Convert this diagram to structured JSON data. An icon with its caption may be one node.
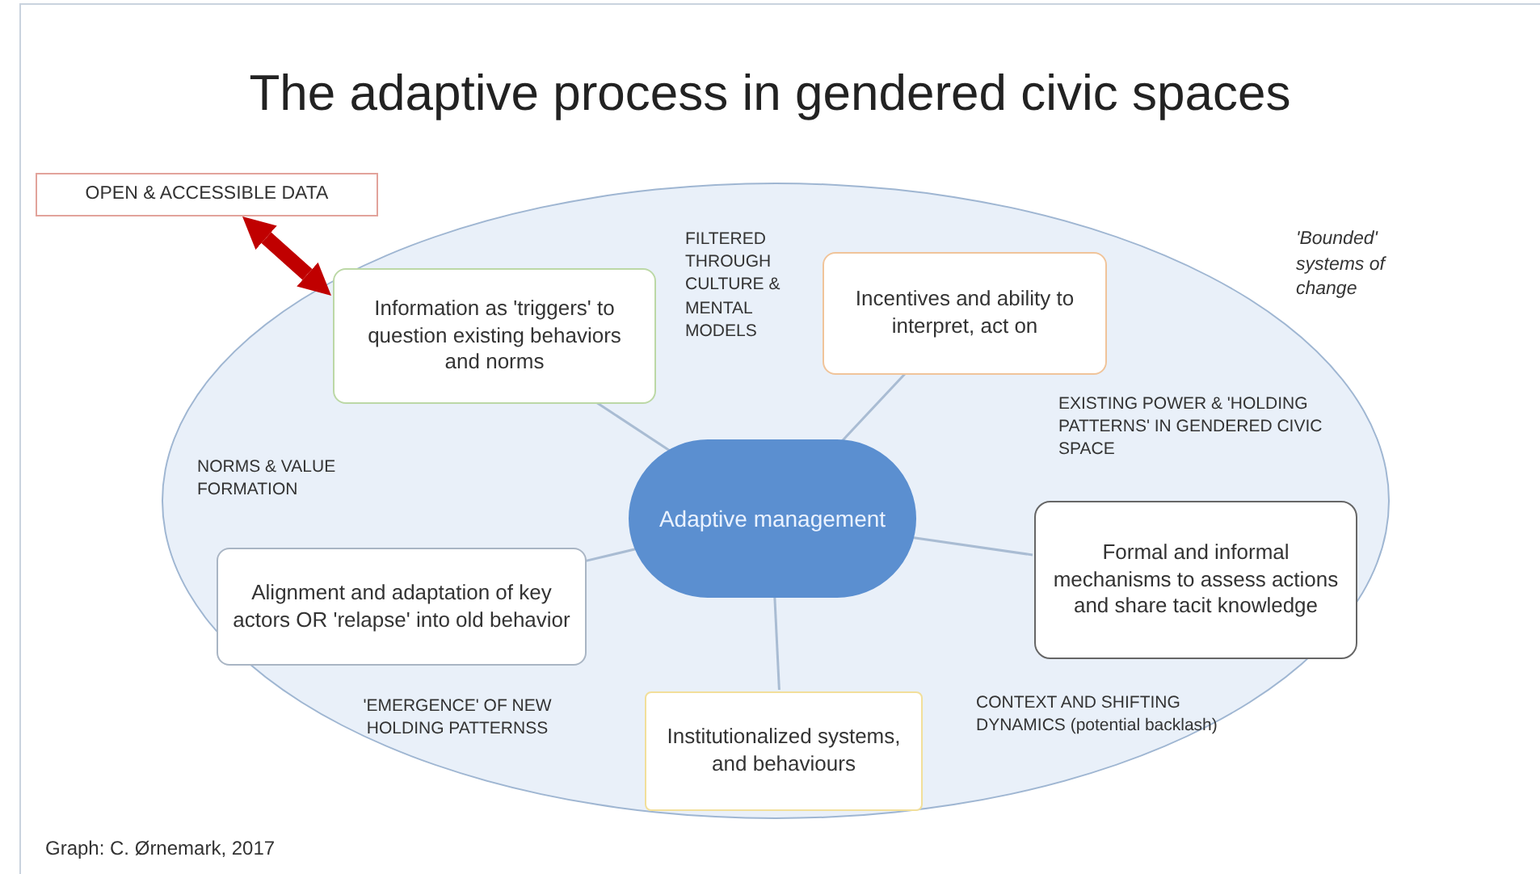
{
  "diagram": {
    "title": "The adaptive process in gendered civic spaces",
    "nodes": [
      {
        "text": [
          "OPEN & ACCESSIBLE DATA"
        ]
      },
      {
        "text": [],
        "shape": "ellipse"
      },
      {
        "text": [
          "Information as 'triggers' to question existing behaviors and norms"
        ],
        "in": 1
      },
      {
        "text": [
          "Incentives and ability to interpret, act on"
        ],
        "in": 1
      },
      {
        "text": [
          "Adaptive management"
        ],
        "in": 1
      },
      {
        "text": [
          "Alignment and adaptation of key actors OR 'relapse' into old behavior"
        ],
        "in": 1
      },
      {
        "text": [
          "Formal and informal mechanisms to assess actions and share tacit knowledge"
        ],
        "in": 1
      },
      {
        "text": [
          "Institutionalized systems, and behaviours"
        ],
        "in": 1
      }
    ],
    "edges": [
      {
        "from": 0,
        "to": 2,
        "arrow": "both",
        "style": "thick",
        "color": "#c00000"
      },
      {
        "from": 4,
        "to": 2,
        "arrow": "none"
      },
      {
        "from": 4,
        "to": 3,
        "arrow": "none"
      },
      {
        "from": 4,
        "to": 6,
        "arrow": "none"
      },
      {
        "from": 4,
        "to": 7,
        "arrow": "none"
      },
      {
        "from": 4,
        "to": 5,
        "arrow": "none"
      }
    ],
    "labels": [
      "FILTERED THROUGH CULTURE & MENTAL MODELS",
      "'Bounded' systems of change",
      "EXISTING POWER & 'HOLDING PATTERNS' IN GENDERED CIVIC SPACE",
      "NORMS & VALUE FORMATION",
      "'EMERGENCE' OF NEW HOLDING PATTERNSS",
      "CONTEXT AND SHIFTING DYNAMICS (potential backlash)",
      "Graph: C. Ørnemark, 2017"
    ]
  }
}
